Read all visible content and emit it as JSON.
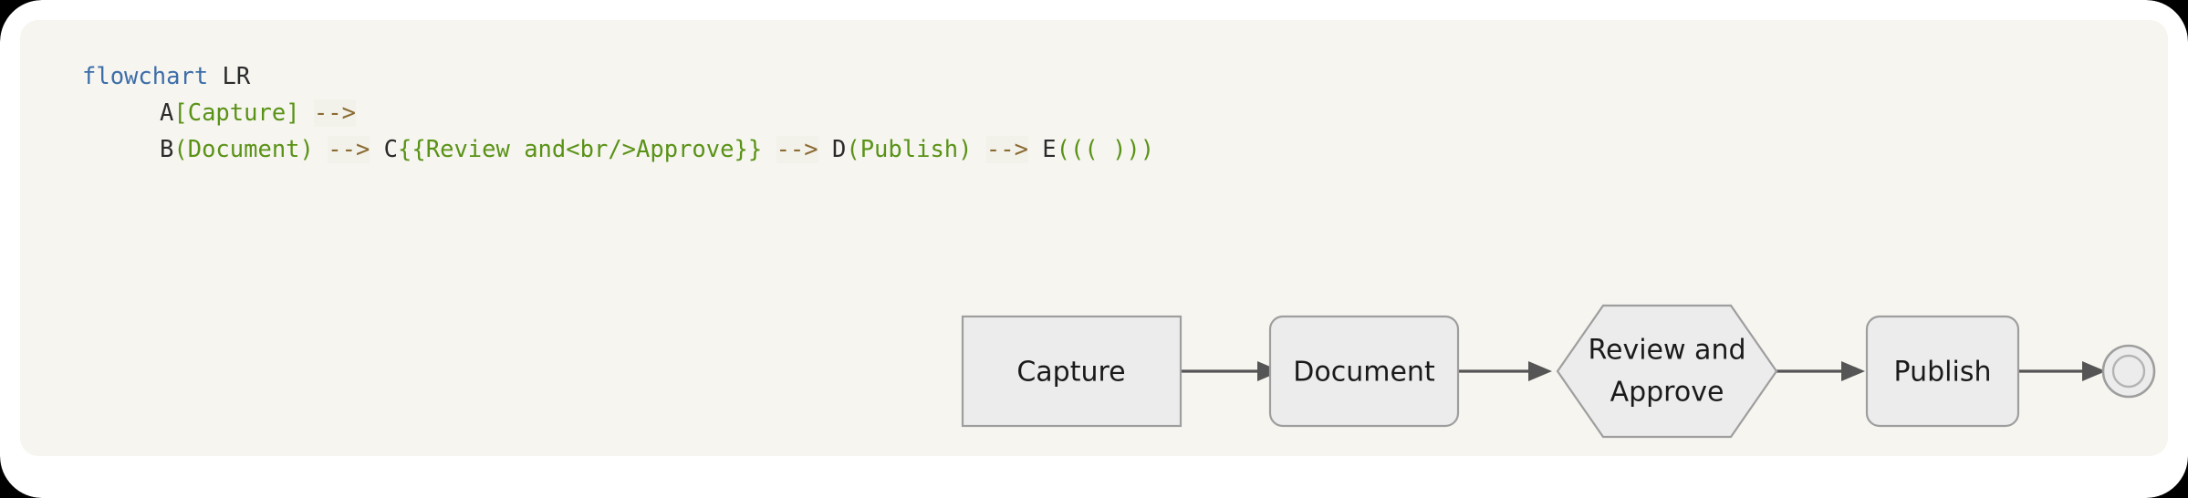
{
  "theme": {
    "backdrop_color": "#000000",
    "page_color": "#ffffff",
    "card_color": "#F6F5F0",
    "node_fill": "#ECECEC",
    "node_stroke": "#9E9E9E",
    "edge_color": "#555555",
    "keyword_color": "#3D6EA8",
    "node_text_color": "#5A9216",
    "arrow_token_color": "#8A6A30",
    "plain_text_color": "#2B2B2B"
  },
  "code": {
    "language": "mermaid",
    "lines": [
      {
        "indent": 0,
        "tokens": [
          {
            "text": "flowchart",
            "type": "keyword"
          },
          {
            "text": " LR",
            "type": "plain"
          }
        ]
      },
      {
        "indent": 1,
        "tokens": [
          {
            "text": "A",
            "type": "plain"
          },
          {
            "text": "[Capture]",
            "type": "node"
          },
          {
            "text": " ",
            "type": "plain"
          },
          {
            "text": "-->",
            "type": "arrow"
          }
        ]
      },
      {
        "indent": 1,
        "tokens": [
          {
            "text": "B",
            "type": "plain"
          },
          {
            "text": "(Document)",
            "type": "node"
          },
          {
            "text": " ",
            "type": "plain"
          },
          {
            "text": "-->",
            "type": "arrow"
          },
          {
            "text": " C",
            "type": "plain"
          },
          {
            "text": "{{Review and<br/>Approve}}",
            "type": "node"
          },
          {
            "text": " ",
            "type": "plain"
          },
          {
            "text": "-->",
            "type": "arrow"
          },
          {
            "text": " D",
            "type": "plain"
          },
          {
            "text": "(Publish)",
            "type": "node"
          },
          {
            "text": " ",
            "type": "plain"
          },
          {
            "text": "-->",
            "type": "arrow"
          },
          {
            "text": " E",
            "type": "plain"
          },
          {
            "text": "((( )))",
            "type": "node"
          }
        ]
      }
    ],
    "raw": "flowchart LR\n        A[Capture] -->\n        B(Document) --> C{{Review and<br/>Approve}} --> D(Publish) --> E((( )))"
  },
  "chart_data": {
    "type": "diagram",
    "diagram_kind": "flowchart",
    "direction": "LR",
    "title": "",
    "nodes": [
      {
        "id": "A",
        "label": "Capture",
        "shape": "rectangle",
        "lines": [
          "Capture"
        ]
      },
      {
        "id": "B",
        "label": "Document",
        "shape": "rounded-rect",
        "lines": [
          "Document"
        ]
      },
      {
        "id": "C",
        "label": "Review and Approve",
        "shape": "hexagon",
        "lines": [
          "Review and",
          "Approve"
        ]
      },
      {
        "id": "D",
        "label": "Publish",
        "shape": "rounded-rect",
        "lines": [
          "Publish"
        ]
      },
      {
        "id": "E",
        "label": "",
        "shape": "double-circle",
        "lines": []
      }
    ],
    "edges": [
      {
        "from": "A",
        "to": "B",
        "type": "arrow",
        "label": ""
      },
      {
        "from": "B",
        "to": "C",
        "type": "arrow",
        "label": ""
      },
      {
        "from": "C",
        "to": "D",
        "type": "arrow",
        "label": ""
      },
      {
        "from": "D",
        "to": "E",
        "type": "arrow",
        "label": ""
      }
    ]
  }
}
